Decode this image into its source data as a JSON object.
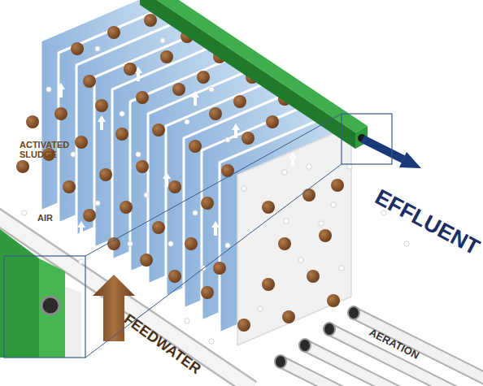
{
  "diagram": {
    "labels": [
      "ACTIVATED SLUDGE",
      "AIR",
      "EFFLUENT",
      "FEEDWATER",
      "AERATION"
    ]
  }
}
